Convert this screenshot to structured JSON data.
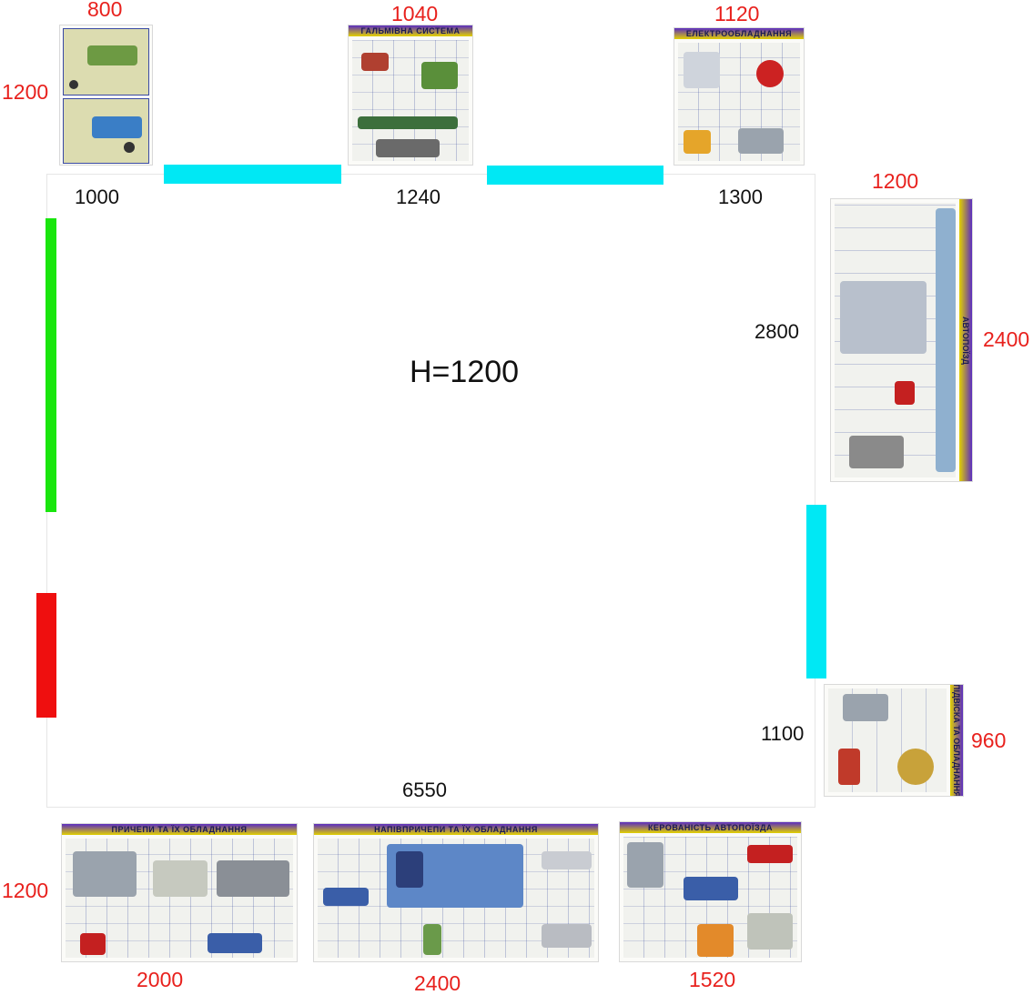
{
  "room": {
    "height_label": "H=1200",
    "walls": {
      "top_left": "1000",
      "top_middle": "1240",
      "top_right": "1300",
      "right_upper": "2800",
      "right_lower": "1100",
      "bottom": "6550"
    }
  },
  "posters": {
    "trailer_maintenance": {
      "width": "800",
      "height": "1200"
    },
    "brakes": {
      "title": "ГАЛЬМІВНА СИСТЕМА",
      "width": "1040"
    },
    "electrical": {
      "title": "ЕЛЕКТРООБЛАДНАННЯ",
      "width": "1120"
    },
    "road_train": {
      "title": "АВТОПОЇЗД",
      "width": "1200",
      "height": "2400"
    },
    "suspension": {
      "title": "ПІДВІСКА ТА ОБЛАДНАННЯ",
      "height": "960"
    },
    "trailers": {
      "title": "ПРИЧЕПИ ТА ЇХ ОБЛАДНАННЯ",
      "width": "2000",
      "height": "1200"
    },
    "semitrailers": {
      "title": "НАПІВПРИЧЕПИ ТА ЇХ ОБЛАДНАННЯ",
      "width": "2400"
    },
    "handling": {
      "title": "КЕРОВАНІСТЬ АВТОПОЇЗДА",
      "width": "1520"
    }
  },
  "colors": {
    "dimension_red": "#e8211d",
    "cyan_bar": "#00e8f4",
    "green_bar": "#19e60d",
    "red_bar": "#ef0f0f"
  }
}
